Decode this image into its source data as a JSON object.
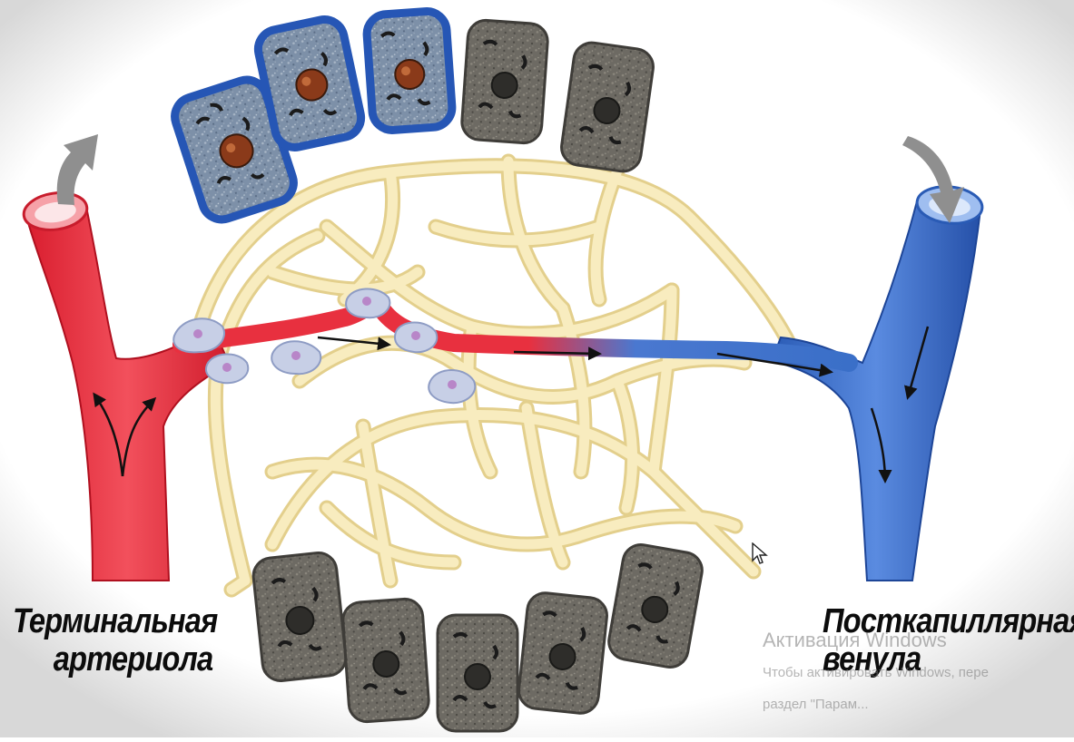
{
  "labels": {
    "arteriole_line1": "Терминальная",
    "arteriole_line2": "артериола",
    "venule_line1": "Посткапиллярная",
    "venule_line2": "венула"
  },
  "watermark": {
    "title": "Активация Windows",
    "line1": "Чтобы активировать Windows, пере",
    "line2": "раздел \"Парам..."
  },
  "colors": {
    "arteriole": "#e8303f",
    "venule": "#3a6fc8",
    "network": "#f6e8b8",
    "network_edge": "#e6d391",
    "active_cell": "#2f5fb8",
    "inactive_cell": "#5c5a55",
    "nucleus_active": "#8a3a1a"
  }
}
